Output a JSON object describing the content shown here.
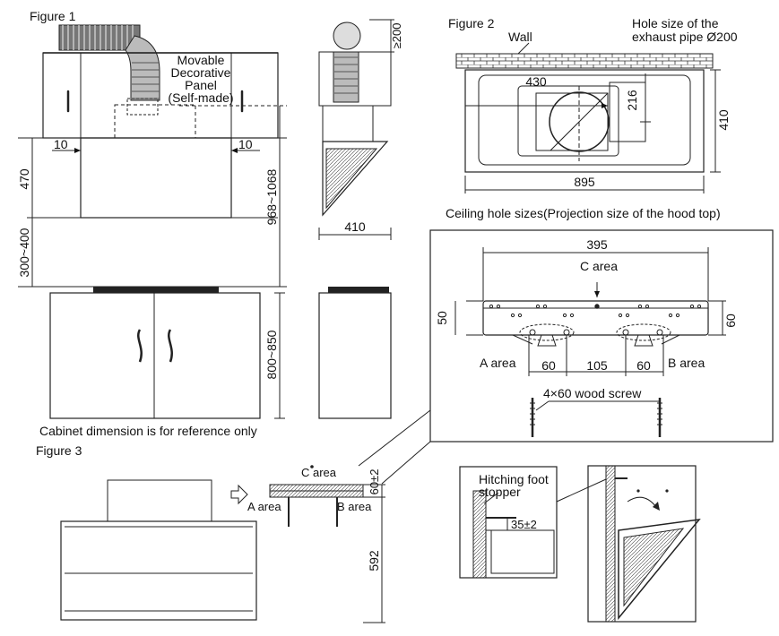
{
  "figure1": {
    "title": "Figure 1",
    "panel_label": [
      "Movable",
      "Decorative",
      "Panel",
      "(Self-made)"
    ],
    "dims": {
      "gap_left": "10",
      "gap_right": "10",
      "hood_height": "470",
      "clearance": "300~400",
      "total_height": "968~1068",
      "duct_min": "≥200",
      "depth": "410",
      "cabinet_height": "800~850"
    },
    "note": "Cabinet dimension is for reference only"
  },
  "figure2": {
    "title": "Figure 2",
    "wall_label": "Wall",
    "hole_label": [
      "Hole size of the",
      "exhaust pipe Ø200"
    ],
    "dims": {
      "hole_x": "430",
      "hole_y": "216",
      "width": "895",
      "depth": "410"
    },
    "caption": "Ceiling hole sizes(Projection size of the hood top)"
  },
  "detail": {
    "width": "395",
    "c_area": "C area",
    "left_h": "50",
    "right_h": "60",
    "a_area": "A area",
    "b_area": "B area",
    "spacing": [
      "60",
      "105",
      "60"
    ],
    "screw": "4×60 wood screw"
  },
  "figure3": {
    "title": "Figure 3",
    "c_area": "C area",
    "a_area": "A area",
    "b_area": "B area",
    "bracket_h": "60±2",
    "height": "592",
    "stopper_label": [
      "Hitching foot",
      "stopper"
    ],
    "stopper_dim": "35±2"
  }
}
